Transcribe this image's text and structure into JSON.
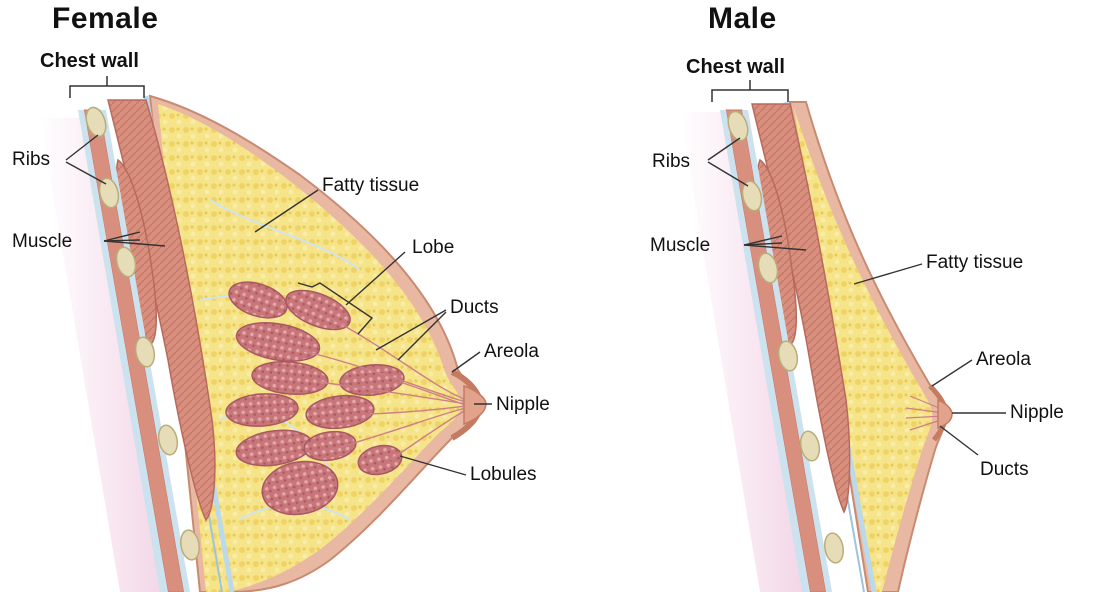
{
  "female": {
    "title": "Female",
    "chest_wall": "Chest wall",
    "labels": {
      "ribs": "Ribs",
      "muscle": "Muscle",
      "fatty_tissue": "Fatty tissue",
      "lobe": "Lobe",
      "ducts": "Ducts",
      "areola": "Areola",
      "nipple": "Nipple",
      "lobules": "Lobules"
    }
  },
  "male": {
    "title": "Male",
    "chest_wall": "Chest wall",
    "labels": {
      "ribs": "Ribs",
      "muscle": "Muscle",
      "fatty_tissue": "Fatty tissue",
      "areola": "Areola",
      "nipple": "Nipple",
      "ducts": "Ducts"
    }
  },
  "colors": {
    "skin": "#e9b8a2",
    "skin_outline": "#c98a72",
    "fat": "#f6e48a",
    "fat_dots": "#eccf5c",
    "muscle": "#d98f7e",
    "muscle_dark": "#b86a5c",
    "rib": "#e6ddb8",
    "membrane": "#bcd9ec",
    "lobule": "#c8767a",
    "pink_bg": "#f3d7e8"
  }
}
